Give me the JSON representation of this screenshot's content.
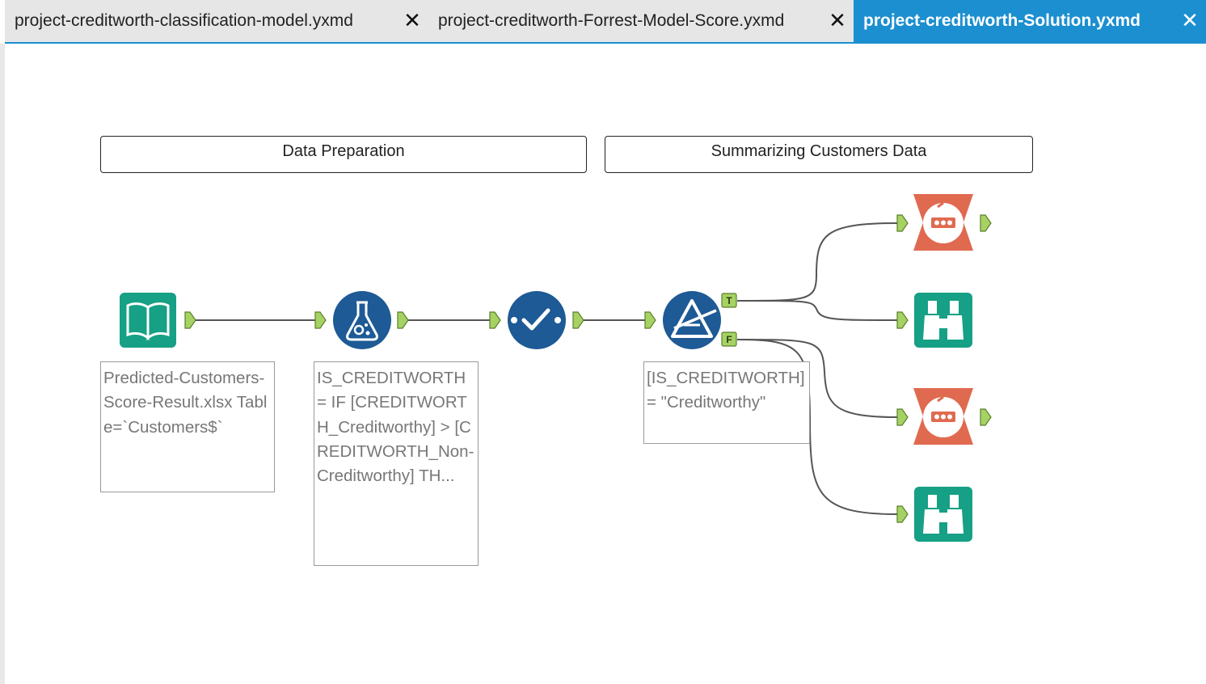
{
  "tabs": [
    {
      "label": "project-creditworth-classification-model.yxmd",
      "active": false
    },
    {
      "label": "project-creditworth-Forrest-Model-Score.yxmd",
      "active": false
    },
    {
      "label": "project-creditworth-Solution.yxmd",
      "active": true
    }
  ],
  "tab_close_glyph": "✕",
  "containers": {
    "data_preparation": "Data Preparation",
    "summarizing": "Summarizing Customers Data"
  },
  "annotations": {
    "input": "Predicted-Customers-Score-Result.xlsx Table=`Customers$`",
    "formula": "IS_CREDITWORTH = IF [CREDITWORTH_Creditworthy] > [CREDITWORTH_Non-Creditworthy] TH...",
    "filter": "[IS_CREDITWORTH] = \"Creditworthy\""
  },
  "anchors": {
    "true": "T",
    "false": "F"
  },
  "tools": [
    {
      "name": "input-data",
      "icon": "book-icon",
      "color": "#16a085"
    },
    {
      "name": "formula",
      "icon": "flask-icon",
      "color": "#1d5a96"
    },
    {
      "name": "select",
      "icon": "checkmark-icon",
      "color": "#1d5a96"
    },
    {
      "name": "filter",
      "icon": "filter-triangle-icon",
      "color": "#1d5a96"
    },
    {
      "name": "count-records-true",
      "icon": "counter-icon",
      "color": "#e06a50"
    },
    {
      "name": "browse-true",
      "icon": "binoculars-icon",
      "color": "#16a085"
    },
    {
      "name": "count-records-false",
      "icon": "counter-icon",
      "color": "#e06a50"
    },
    {
      "name": "browse-false",
      "icon": "binoculars-icon",
      "color": "#16a085"
    }
  ],
  "colors": {
    "accent": "#1b8fd0",
    "connector": "#8dc63f"
  }
}
